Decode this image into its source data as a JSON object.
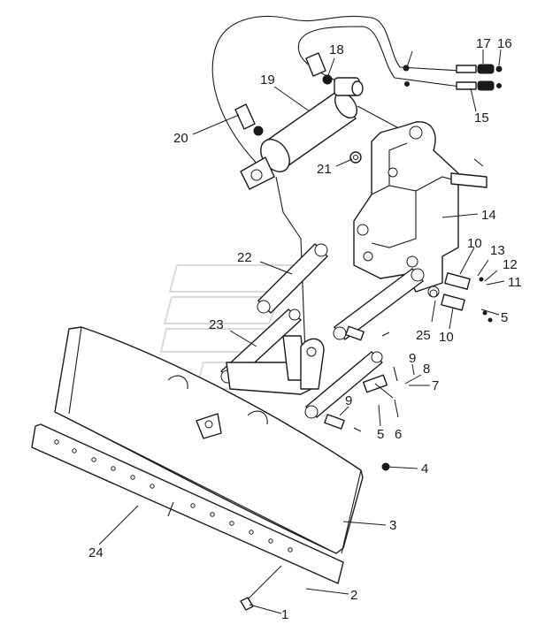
{
  "diagram": {
    "callouts": [
      {
        "id": "c1",
        "label": "1"
      },
      {
        "id": "c2",
        "label": "2"
      },
      {
        "id": "c3",
        "label": "3"
      },
      {
        "id": "c4",
        "label": "4"
      },
      {
        "id": "c5a",
        "label": "5"
      },
      {
        "id": "c5b",
        "label": "5"
      },
      {
        "id": "c6",
        "label": "6"
      },
      {
        "id": "c7",
        "label": "7"
      },
      {
        "id": "c8",
        "label": "8"
      },
      {
        "id": "c9a",
        "label": "9"
      },
      {
        "id": "c9b",
        "label": "9"
      },
      {
        "id": "c10a",
        "label": "10"
      },
      {
        "id": "c10b",
        "label": "10"
      },
      {
        "id": "c11",
        "label": "11"
      },
      {
        "id": "c12",
        "label": "12"
      },
      {
        "id": "c13",
        "label": "13"
      },
      {
        "id": "c14",
        "label": "14"
      },
      {
        "id": "c15",
        "label": "15"
      },
      {
        "id": "c16",
        "label": "16"
      },
      {
        "id": "c17",
        "label": "17"
      },
      {
        "id": "c18",
        "label": "18"
      },
      {
        "id": "c19",
        "label": "19"
      },
      {
        "id": "c20",
        "label": "20"
      },
      {
        "id": "c21",
        "label": "21"
      },
      {
        "id": "c22",
        "label": "22"
      },
      {
        "id": "c23",
        "label": "23"
      },
      {
        "id": "c24",
        "label": "24"
      },
      {
        "id": "c25",
        "label": "25"
      }
    ]
  }
}
